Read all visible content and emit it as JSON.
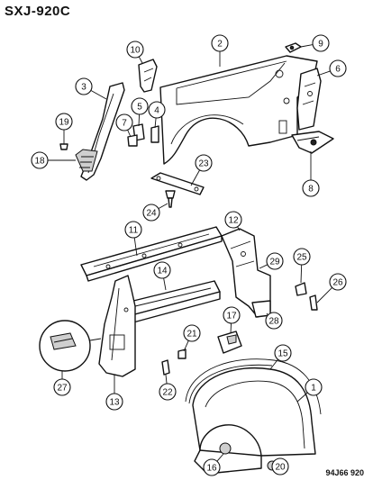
{
  "header": {
    "reference_code": "SXJ-920C"
  },
  "footer": {
    "figure_code": "94J66 920"
  },
  "callouts": [
    "1",
    "2",
    "3",
    "5",
    "4",
    "6",
    "7",
    "8",
    "9",
    "10",
    "11",
    "12",
    "13",
    "14",
    "15",
    "16",
    "17",
    "18",
    "19",
    "20",
    "21",
    "22",
    "23",
    "24",
    "25",
    "26",
    "27",
    "28",
    "29"
  ]
}
